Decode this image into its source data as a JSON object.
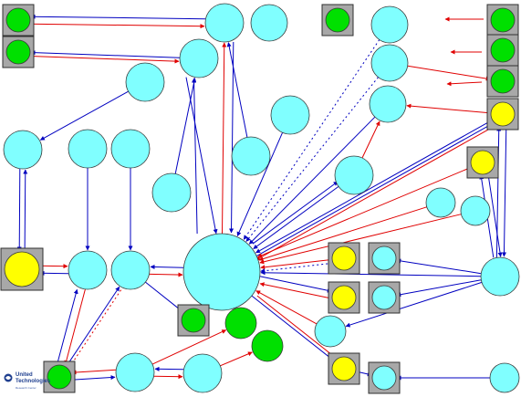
{
  "logo": {
    "line1": "United",
    "line2": "Technologies",
    "line3": "Research Center"
  },
  "colors": {
    "background": "#ffffff",
    "node_cyan": "#80ffff",
    "node_yellow": "#ffff00",
    "node_green": "#00e000",
    "box_gray": "#a8a8a8",
    "edge_blue": "#0000c0",
    "edge_red": "#e00000",
    "logo_blue": "#1f3f8f"
  }
}
